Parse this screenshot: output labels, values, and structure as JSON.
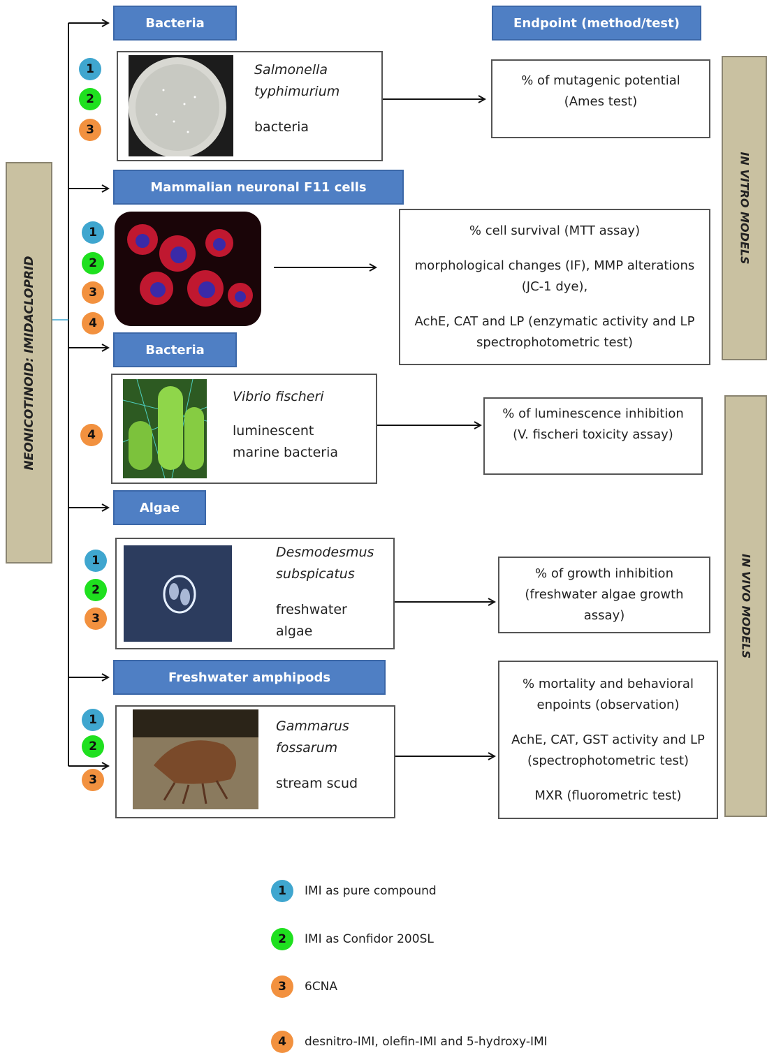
{
  "side_label": "NEONICOTINOID: IMIDACLOPRID",
  "endpoint_header": "Endpoint (method/test)",
  "in_vitro_label": "IN VITRO MODELS",
  "in_vivo_label": "IN VIVO MODELS",
  "groups": [
    {
      "header": "Bacteria",
      "species_line1": "Salmonella",
      "species_line2": "typhimurium",
      "desc_line1": "bacteria",
      "desc_line2": "",
      "badges": [
        "1",
        "2",
        "3"
      ],
      "endpoint_lines": [
        "% of mutagenic potential",
        "(Ames test)"
      ]
    },
    {
      "header": "Mammalian neuronal F11 cells",
      "species_line1": "",
      "species_line2": "",
      "desc_line1": "",
      "desc_line2": "",
      "badges": [
        "1",
        "2",
        "3",
        "4"
      ],
      "endpoint_lines": [
        "% cell survival (MTT assay)",
        "morphological changes (IF), MMP alterations",
        "(JC-1 dye),",
        "AchE, CAT and LP (enzymatic activity and LP",
        "spectrophotometric test)"
      ]
    },
    {
      "header": "Bacteria",
      "species_line1": "Vibrio fischeri",
      "species_line2": "",
      "desc_line1": "luminescent",
      "desc_line2": "marine bacteria",
      "badges": [
        "4"
      ],
      "endpoint_lines": [
        "% of luminescence inhibition",
        "(V. fischeri toxicity assay)"
      ]
    },
    {
      "header": "Algae",
      "species_line1": "Desmodesmus",
      "species_line2": "subspicatus",
      "desc_line1": "freshwater",
      "desc_line2": "algae",
      "badges": [
        "1",
        "2",
        "3"
      ],
      "endpoint_lines": [
        "% of growth inhibition",
        "(freshwater algae growth",
        "assay)"
      ]
    },
    {
      "header": "Freshwater amphipods",
      "species_line1": "Gammarus",
      "species_line2": "fossarum",
      "desc_line1": "stream scud",
      "desc_line2": "",
      "badges": [
        "1",
        "2",
        "3"
      ],
      "endpoint_lines": [
        "% mortality and behavioral",
        "enpoints (observation)",
        "AchE, CAT, GST activity and LP",
        "(spectrophotometric test)",
        "MXR (fluorometric test)"
      ]
    }
  ],
  "legend": [
    {
      "num": "1",
      "text": "IMI as pure compound",
      "color": "#3fa6cf"
    },
    {
      "num": "2",
      "text": "IMI as Confidor 200SL",
      "color": "#1fe01f"
    },
    {
      "num": "3",
      "text": "6CNA",
      "color": "#f2913f"
    },
    {
      "num": "4",
      "text": "desnitro-IMI, olefin-IMI and 5-hydroxy-IMI",
      "color": "#f2913f"
    }
  ]
}
